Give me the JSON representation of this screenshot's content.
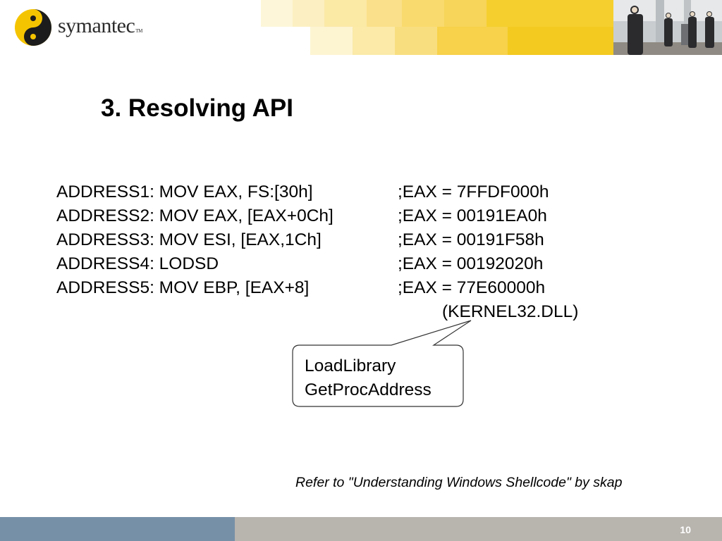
{
  "header": {
    "logo_text": "symantec",
    "logo_tm": "TM",
    "logo_icon": "symantec-logo-icon",
    "photo_icon": "business-people-photo"
  },
  "slide": {
    "title": "3. Resolving API",
    "code_lines": [
      {
        "instruction": "ADDRESS1: MOV EAX, FS:[30h]",
        "comment": ";EAX = 7FFDF000h"
      },
      {
        "instruction": "ADDRESS2: MOV EAX, [EAX+0Ch]",
        "comment": ";EAX = 00191EA0h"
      },
      {
        "instruction": "ADDRESS3: MOV ESI, [EAX,1Ch]",
        "comment": ";EAX = 00191F58h"
      },
      {
        "instruction": "ADDRESS4: LODSD",
        "comment": ";EAX = 00192020h"
      },
      {
        "instruction": "ADDRESS5: MOV EBP, [EAX+8]",
        "comment": ";EAX = 77E60000h"
      }
    ],
    "dll_note": "(KERNEL32.DLL)",
    "callout": {
      "line1": "LoadLibrary",
      "line2": "GetProcAddress"
    },
    "reference": "Refer to \"Understanding Windows Shellcode\" by skap"
  },
  "footer": {
    "page_number": "10"
  },
  "colors": {
    "banner_yellow": "#f5cf2e",
    "footer_blue": "#7690a8",
    "footer_gray": "#b8b4ae"
  }
}
